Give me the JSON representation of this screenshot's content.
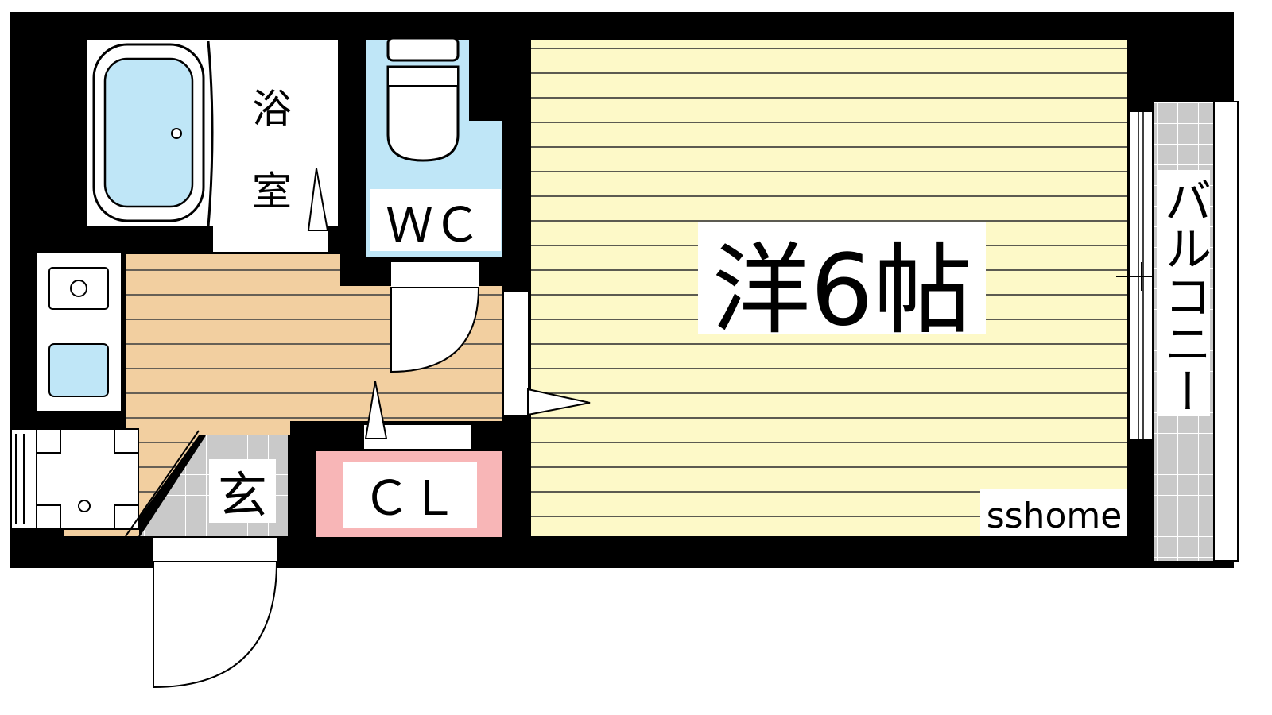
{
  "rooms": {
    "bath": {
      "label_line1": "浴",
      "label_line2": "室",
      "color": "#ffffff",
      "tub_color": "#bfe6f7"
    },
    "wc": {
      "label": "ＷＣ",
      "color": "#bfe6f7"
    },
    "kitchen": {
      "color": "#f2cfa0"
    },
    "western_room": {
      "label": "洋6帖",
      "color": "#fdf9c8"
    },
    "closet": {
      "label": "ＣＬ",
      "color": "#f8b6b7"
    },
    "entrance": {
      "label": "玄",
      "tile_color": "#c8c8c8"
    },
    "balcony": {
      "label": "バルコニー",
      "tile_color": "#c8c8c8"
    }
  },
  "watermark": "sshome",
  "wall_color": "#000000"
}
